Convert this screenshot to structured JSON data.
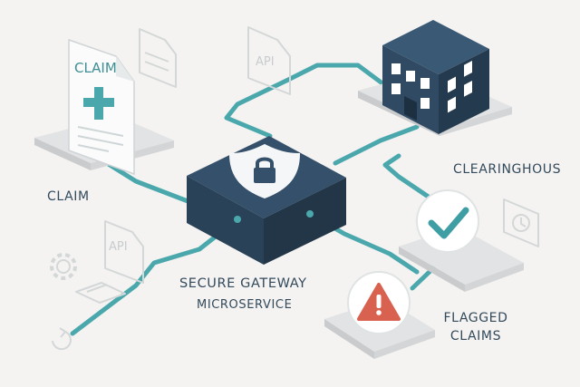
{
  "labels": {
    "claim_document_title": "CLAIM",
    "claim": "CLAIM",
    "clearinghouse": "CLEARINGHOUS",
    "gateway_line1": "SECURE GATEWAY",
    "gateway_line2": "MICROSERVICE",
    "flagged_line1": "FLAGGED",
    "flagged_line2": "CLAIMS",
    "api_top": "API",
    "api_left": "API"
  },
  "colors": {
    "background": "#f4f3f1",
    "teal": "#4aa8ad",
    "navy": "#2f4a62",
    "alert_red": "#d9614f",
    "check_teal": "#3f9ea4"
  },
  "icons": [
    "claim-document-icon",
    "medical-cross-icon",
    "building-icon",
    "shield-lock-icon",
    "checkmark-icon",
    "warning-icon",
    "gear-icon",
    "clock-icon",
    "api-document-icon",
    "refresh-icon"
  ]
}
